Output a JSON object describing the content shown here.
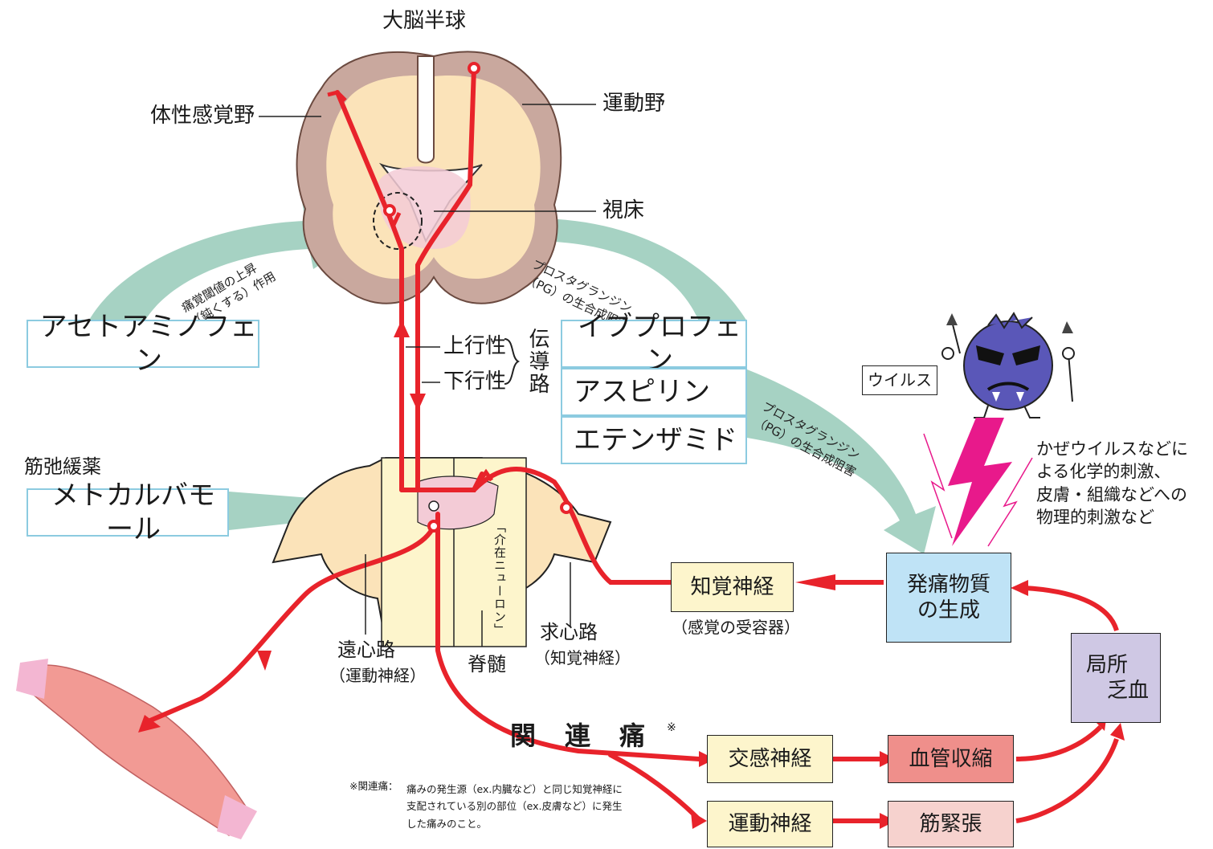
{
  "title": "大脳半球",
  "labels": {
    "somatosensory": "体性感覚野",
    "motor_area": "運動野",
    "thalamus": "視床",
    "ascending": "上行性",
    "descending": "下行性",
    "pathway": "伝導路",
    "muscle_relaxant": "筋弛緩薬",
    "interneuron": "「介在ニューロン」",
    "efferent": "遠心路",
    "efferent_sub": "（運動神経）",
    "spinal_cord": "脊髄",
    "afferent": "求心路",
    "afferent_sub": "（知覚神経）",
    "sensory_receptor": "（感覚の受容器）",
    "virus": "ウイルス",
    "stimulus_text": [
      "かぜウイルスなどに",
      "よる化学的刺激、",
      "皮膚・組織などへの",
      "物理的刺激など"
    ],
    "referred_pain": "関　連　痛",
    "referred_mark": "※",
    "footnote_head": "※関連痛：",
    "footnote": [
      "痛みの発生源（ex.内臓など）と同じ知覚神経に",
      "支配されている別の部位（ex.皮膚など）に発生",
      "した痛みのこと。"
    ],
    "acet_effect": [
      "痛覚閾値の上昇",
      "（鈍くする）作用"
    ],
    "pg_upper": [
      "プロスタグランジン",
      "（PG）の生合成阻害"
    ],
    "pg_lower": [
      "プロスタグランジン",
      "（PG）の生合成阻害"
    ]
  },
  "drugs": {
    "acetaminophen": "アセトアミノフェン",
    "ibuprofen": "イブプロフェン",
    "aspirin": "アスピリン",
    "ethenzamide": "エテンザミド",
    "methocarbamol": "メトカルバモール"
  },
  "boxes": {
    "sensory_nerve": "知覚神経",
    "pain_substance": [
      "発痛物質",
      "の生成"
    ],
    "local_ischemia": [
      "局所",
      "乏血"
    ],
    "sympathetic": "交感神経",
    "vasoconstriction": "血管収縮",
    "motor_nerve": "運動神経",
    "muscle_tension": "筋緊張"
  },
  "colors": {
    "pathway_red": "#e8232b",
    "brain_outer": "#c9a89e",
    "brain_inner": "#fbe3b9",
    "thalamus_pink": "#f3cbd6",
    "teal_arrow": "#9ccdbd",
    "bolt": "#e8198b",
    "virus": "#5a57b8"
  }
}
